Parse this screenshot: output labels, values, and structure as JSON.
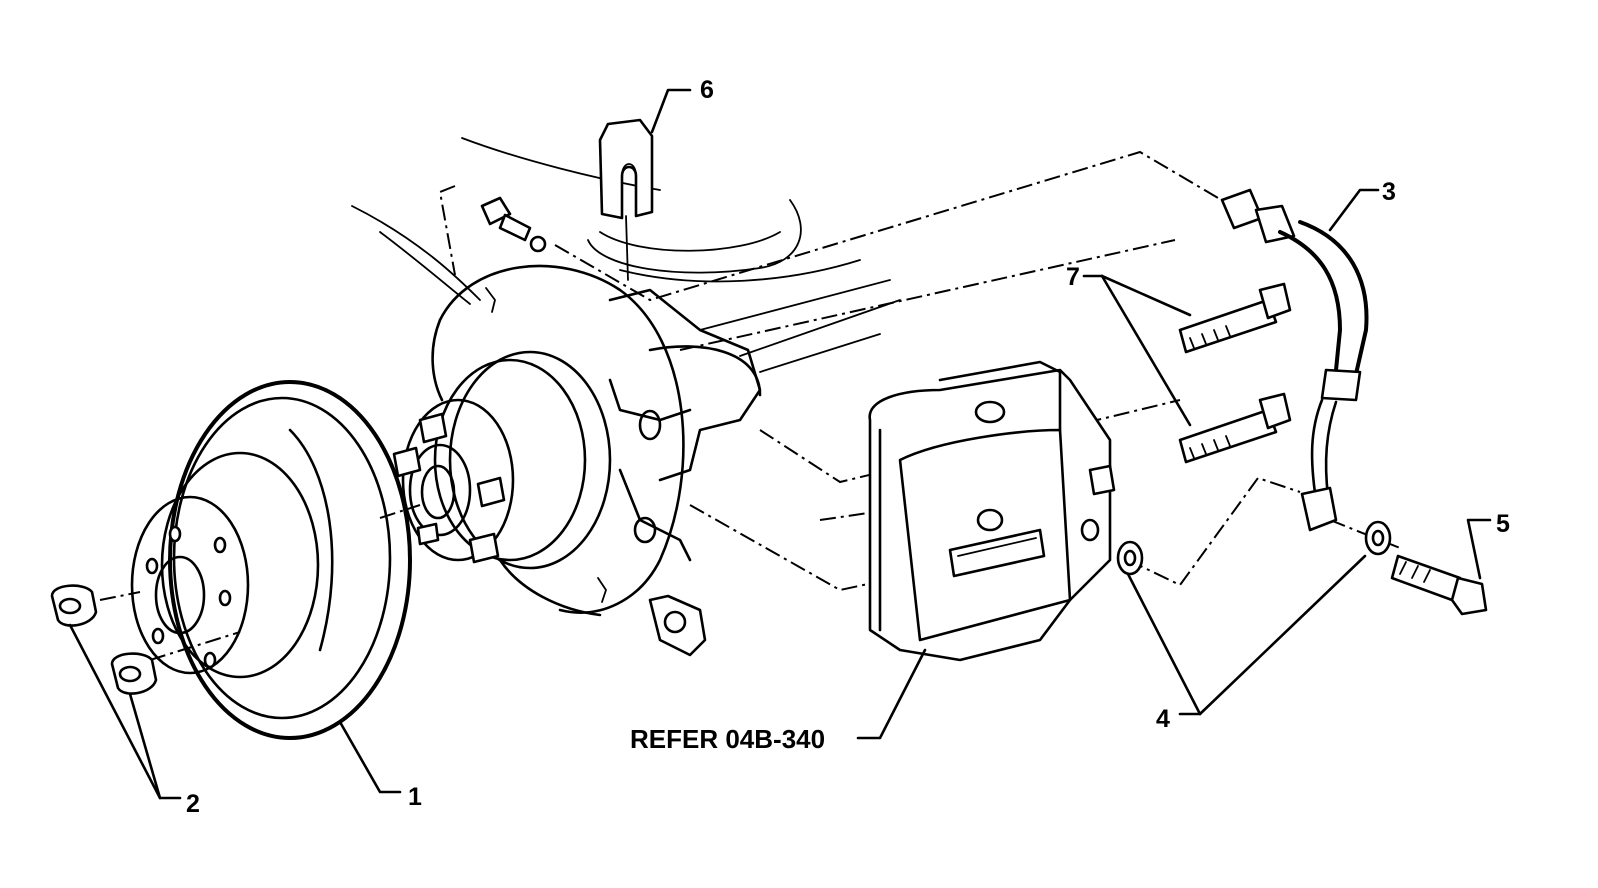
{
  "diagram": {
    "callouts": [
      {
        "id": "1",
        "text": "1"
      },
      {
        "id": "2",
        "text": "2"
      },
      {
        "id": "3",
        "text": "3"
      },
      {
        "id": "4",
        "text": "4"
      },
      {
        "id": "5",
        "text": "5"
      },
      {
        "id": "6",
        "text": "6"
      },
      {
        "id": "7",
        "text": "7"
      }
    ],
    "reference_note": "REFER 04B-340"
  }
}
